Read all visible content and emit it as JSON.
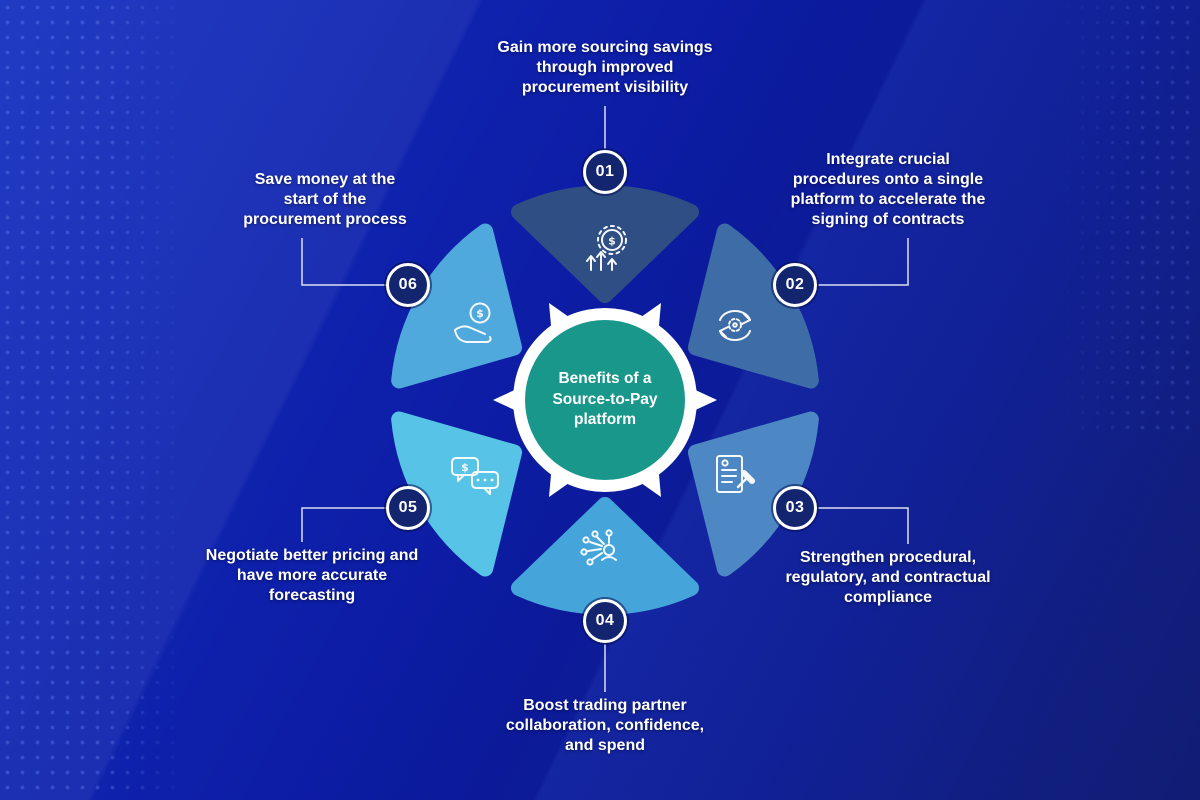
{
  "center": {
    "title": "Benefits of a Source-to-Pay platform",
    "color": "#18978a",
    "text_color": "#ffffff"
  },
  "glyphs": {
    "dollar": "$"
  },
  "items": [
    {
      "number": "01",
      "label": "Gain more sourcing savings through improved procurement visibility",
      "icon": "sourcing-savings-icon",
      "petal_color": "#2f4f84"
    },
    {
      "number": "02",
      "label": "Integrate crucial procedures onto a single platform to accelerate the signing of contracts",
      "icon": "process-integration-icon",
      "petal_color": "#3e6ca7"
    },
    {
      "number": "03",
      "label": "Strengthen procedural, regulatory, and contractual compliance",
      "icon": "compliance-document-icon",
      "petal_color": "#4e88c4"
    },
    {
      "number": "04",
      "label": "Boost trading partner collaboration, confidence, and spend",
      "icon": "partner-network-icon",
      "petal_color": "#45a5db"
    },
    {
      "number": "05",
      "label": "Negotiate better pricing and have more accurate forecasting",
      "icon": "negotiation-chat-icon",
      "petal_color": "#57c3e6"
    },
    {
      "number": "06",
      "label": "Save money at the start of the procurement process",
      "icon": "hand-coin-icon",
      "petal_color": "#4fa9dd"
    }
  ],
  "colors": {
    "background": "#0d1da6",
    "badge_fill": "#13256e",
    "badge_border": "#ffffff",
    "connector": "#ffffff",
    "label_text": "#ffffff"
  }
}
